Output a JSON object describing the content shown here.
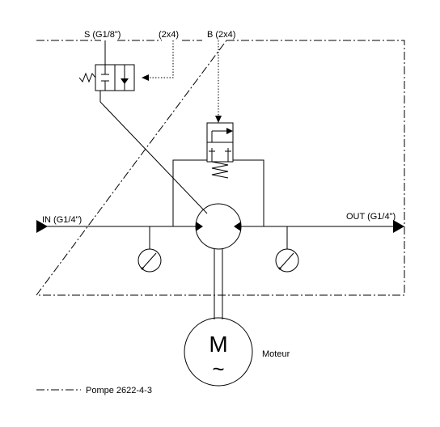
{
  "labels": {
    "port_s": "S (G1/8\")",
    "port_2x4": "(2x4)",
    "port_b": "B (2x4)",
    "port_in": "IN (G1/4\")",
    "port_out": "OUT (G1/4\")",
    "motor_symbol": "M",
    "motor_tilde": "~",
    "motor_label": "Moteur",
    "legend": "Pompe 2622-4-3"
  }
}
